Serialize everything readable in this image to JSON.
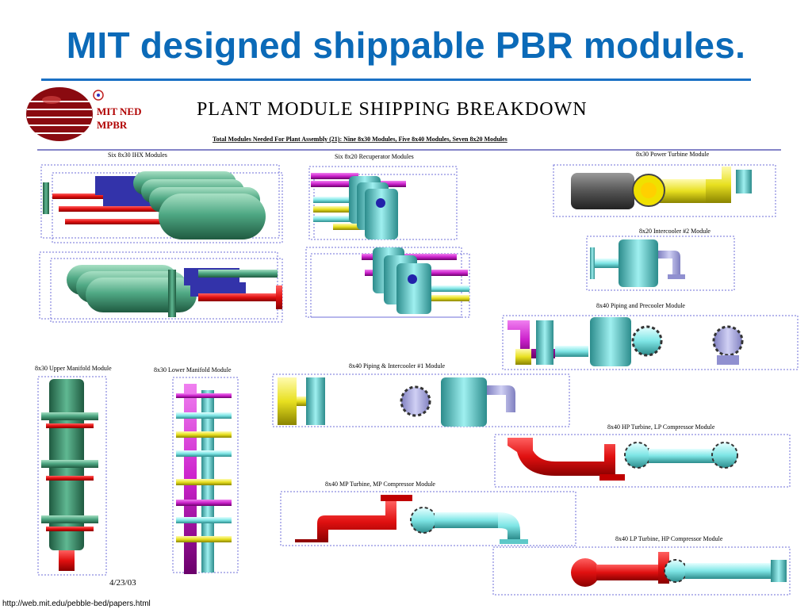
{
  "slide": {
    "title": "MIT designed shippable PBR modules.",
    "footer_url": "http://web.mit.edu/pebble-bed/papers.html"
  },
  "diagram": {
    "logo_text_line1": "MIT NED",
    "logo_text_line2": "MPBR",
    "heading": "PLANT MODULE SHIPPING BREAKDOWN",
    "subheading": "Total Modules Needed For Plant Assembly (21):  Nine 8x30 Modules, Five 8x40 Modules, Seven 8x20 Modules",
    "date": "4/23/03",
    "modules": {
      "ihx": "Six 8x30 IHX Modules",
      "recuperator": "Six 8x20 Recuperator Modules",
      "power_turbine": "8x30 Power Turbine Module",
      "intercooler2": "8x20 Intercooler #2 Module",
      "piping_precooler": "8x40 Piping and Precooler Module",
      "upper_manifold": "8x30 Upper Manifold Module",
      "lower_manifold": "8x30 Lower Manifold Module",
      "piping_intercooler1": "8x40 Piping & Intercooler #1 Module",
      "hp_turbine": "8x40 HP Turbine, LP Compressor Module",
      "mp_turbine": "8x40 MP Turbine, MP Compressor Module",
      "lp_turbine": "8x40 LP Turbine, HP Compressor Module"
    },
    "colors": {
      "title_blue": "#0b6ab8",
      "vessel_green": "#4fa884",
      "pipe_cyan": "#7fe6e6",
      "pipe_red": "#e01010",
      "pipe_magenta": "#cc22cc",
      "pipe_yellow": "#e8e020",
      "frame_dash": "#6f6fd8"
    }
  }
}
